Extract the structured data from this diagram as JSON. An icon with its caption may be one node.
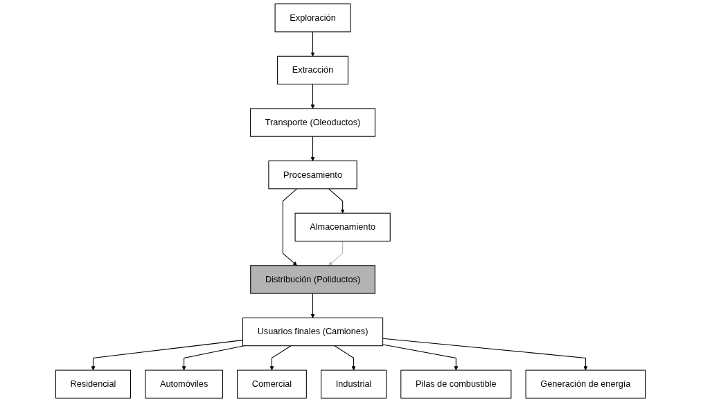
{
  "diagram": {
    "nodes": [
      {
        "text": [
          "Exploración"
        ]
      },
      {
        "text": [
          "Extracción"
        ]
      },
      {
        "text": [
          "Transporte (Oleoductos)"
        ]
      },
      {
        "text": [
          "Procesamiento"
        ]
      },
      {
        "text": [
          "Usuarios finales (Camiones)"
        ]
      },
      {
        "text": [
          "Distribución (Poliductos)"
        ]
      },
      {
        "text": [
          "Almacenamiento"
        ]
      },
      {
        "text": [
          "Residencial"
        ]
      },
      {
        "text": [
          "Automóviles"
        ]
      },
      {
        "text": [
          "Comercial"
        ]
      },
      {
        "text": [
          "Industrial"
        ]
      },
      {
        "text": [
          "Pilas de combustible"
        ]
      },
      {
        "text": [
          "Generación de energía"
        ]
      }
    ],
    "edges": [
      {
        "from": 0,
        "to": 1,
        "arrow": "to"
      },
      {
        "from": 1,
        "to": 2,
        "arrow": "to"
      },
      {
        "from": 2,
        "to": 3,
        "arrow": "to"
      },
      {
        "from": 3,
        "to": 5,
        "arrow": "to"
      },
      {
        "from": 3,
        "to": 6,
        "arrow": "to"
      },
      {
        "from": 6,
        "to": 5,
        "arrow": "to",
        "color": "#b3b3b3"
      },
      {
        "from": 5,
        "to": 4,
        "arrow": "to"
      },
      {
        "from": 4,
        "to": 7,
        "arrow": "to"
      },
      {
        "from": 4,
        "to": 8,
        "arrow": "to"
      },
      {
        "from": 4,
        "to": 9,
        "arrow": "to"
      },
      {
        "from": 4,
        "to": 10,
        "arrow": "to"
      },
      {
        "from": 4,
        "to": 11,
        "arrow": "to"
      },
      {
        "from": 4,
        "to": 12,
        "arrow": "to"
      }
    ]
  }
}
